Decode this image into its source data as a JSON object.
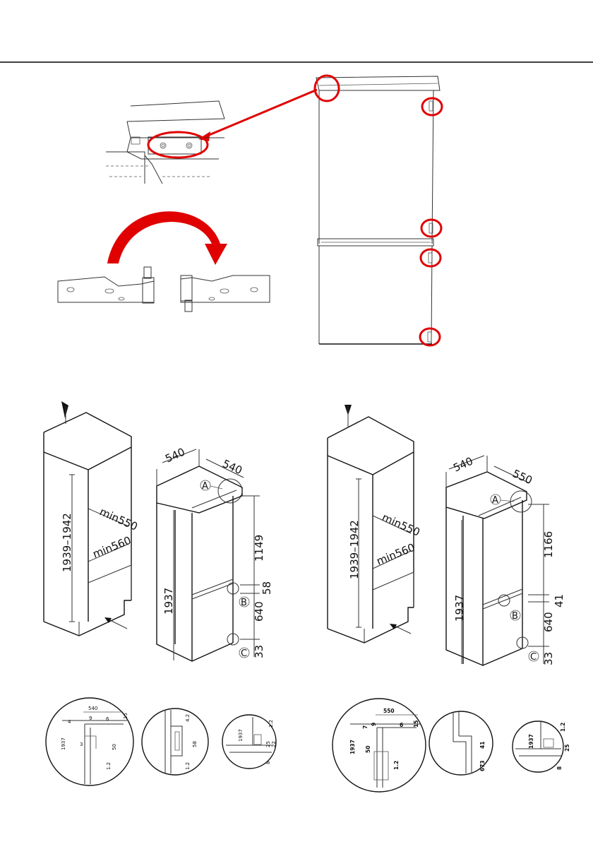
{
  "labels": {
    "left": {
      "niche_height": "1939–1942",
      "min_depth": "min550",
      "min_width": "min560",
      "appliance_width": "540",
      "appliance_depth": "540",
      "appliance_height": "1937",
      "upper_door": "1149",
      "gap": "58",
      "lower_door": "640",
      "bottom": "33",
      "mark_a": "A",
      "mark_b": "B",
      "mark_c": "C"
    },
    "right": {
      "niche_height": "1939–1942",
      "min_depth": "min550",
      "min_width": "min560",
      "appliance_width": "540",
      "appliance_depth": "550",
      "appliance_height": "1937",
      "upper_door": "1166",
      "gap": "41",
      "lower_door": "640",
      "bottom": "33",
      "mark_a": "A",
      "mark_b": "B",
      "mark_c": "C"
    },
    "details_left": {
      "a_width": "540",
      "a_4": "4",
      "a_9": "9",
      "a_6": "6",
      "a_15": "15",
      "a_3": "3",
      "a_50": "50",
      "a_1937": "1937",
      "a_12": "1.2",
      "b_42": "4.2",
      "b_58": "58",
      "b_12": "1.2",
      "c_1937": "1937",
      "c_12": "1.2",
      "c_25": "25",
      "c_22": "22",
      "c_8": "8"
    },
    "details_right": {
      "a_width": "550",
      "a_7": "7",
      "a_9": "9",
      "a_6": "6",
      "a_15": "15",
      "a_50": "50",
      "a_1937": "1937",
      "a_12": "1.2",
      "b_41": "41",
      "b_673": "673",
      "c_1937": "1937",
      "c_12": "1.2",
      "c_25": "25",
      "c_8": "8"
    }
  },
  "colors": {
    "highlight": "#e00000",
    "line": "#222222"
  },
  "icons": [
    "curved-arrow-icon",
    "up-arrow-icon"
  ]
}
